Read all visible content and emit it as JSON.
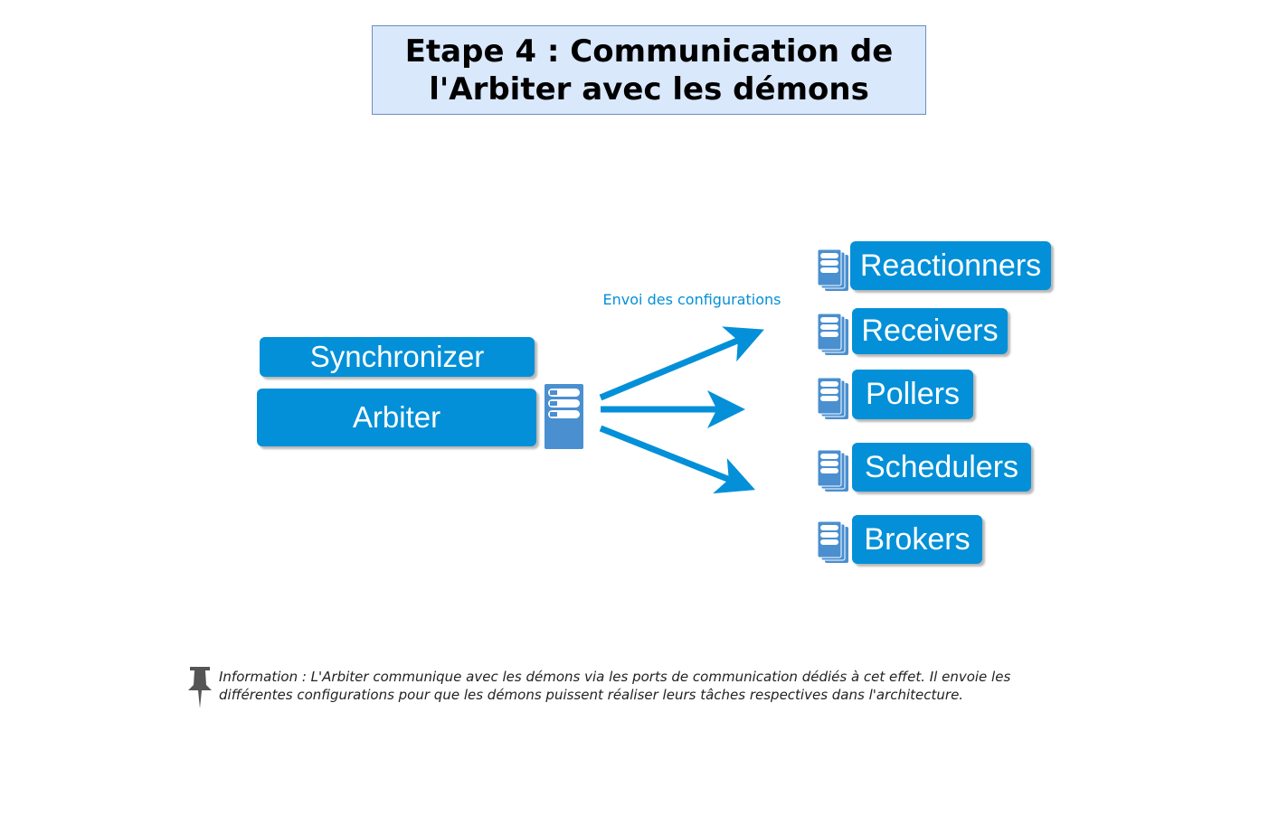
{
  "title": "Etape 4 : Communication de\nl'Arbiter avec les démons",
  "left_nodes": {
    "synchronizer": "Synchronizer",
    "arbiter": "Arbiter"
  },
  "arrow_label": "Envoi des configurations",
  "daemons": [
    "Reactionners",
    "Receivers",
    "Pollers",
    "Schedulers",
    "Brokers"
  ],
  "icons": {
    "arbiter_server": "server-icon",
    "daemon_server": "server-stack-icon",
    "note": "pushpin-icon"
  },
  "info": "Information : L'Arbiter communique avec les démons via les ports de communication dédiés à cet effet. Il envoie les différentes configurations pour que les démons puissent réaliser leurs tâches respectives dans l'architecture.",
  "colors": {
    "node_fill": "#0390d8",
    "title_fill": "#dae8fc",
    "title_border": "#6c8ebf",
    "arrow": "#0390d8",
    "server_body": "#4a8fd0"
  }
}
